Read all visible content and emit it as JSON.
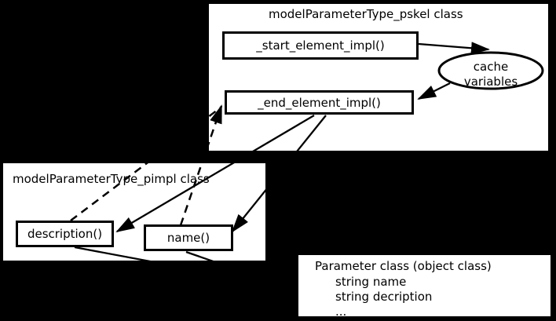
{
  "colors": {
    "background": "#000000",
    "node_fill": "#ffffff",
    "stroke": "#000000"
  },
  "pskel": {
    "title": "modelParameterType_pskel class",
    "start_method": "_start_element_impl()",
    "end_method": "_end_element_impl()"
  },
  "cache_ellipse": {
    "line1": "cache",
    "line2": "variables"
  },
  "pimpl": {
    "title": "modelParameterType_pimpl class",
    "description_method": "description()",
    "name_method": "name()"
  },
  "parameter": {
    "title": "Parameter class (object class)",
    "fields": [
      "string name",
      "string decription",
      "..."
    ]
  }
}
